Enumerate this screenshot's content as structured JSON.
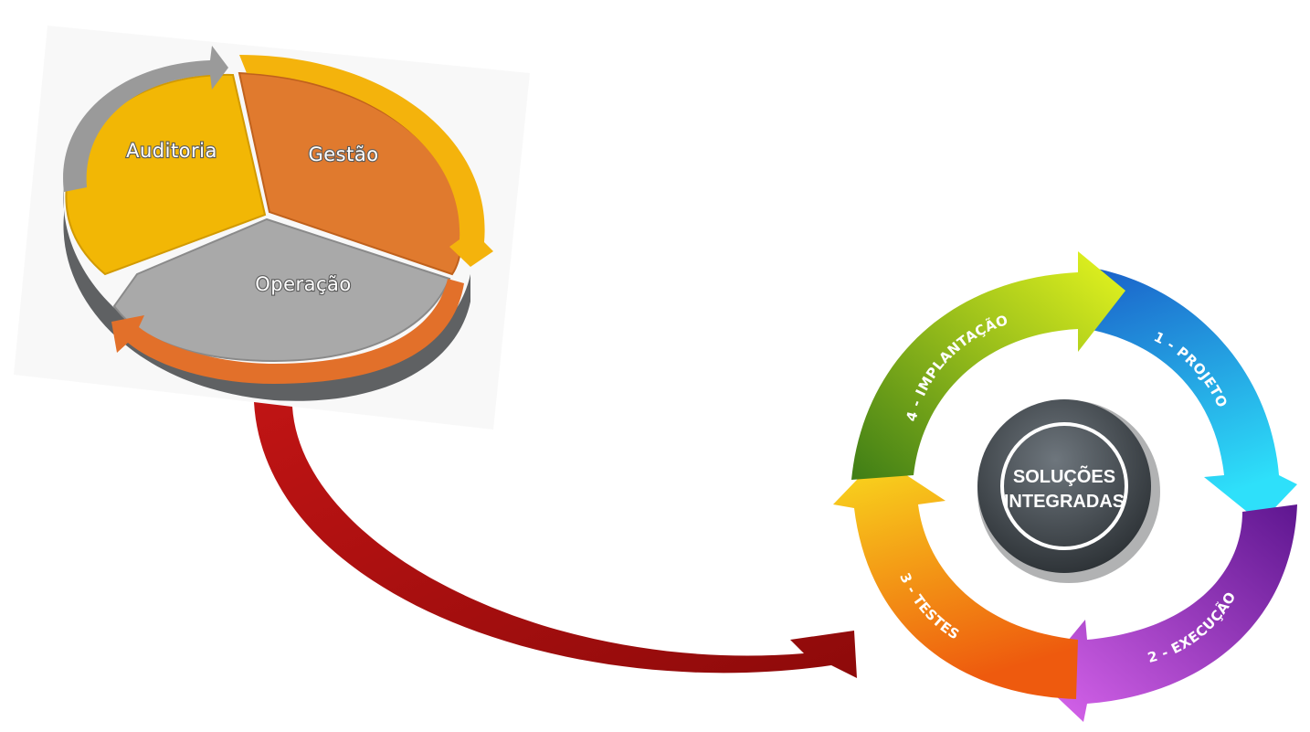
{
  "left_diagram": {
    "segments": [
      {
        "label": "Auditoria",
        "color": "#F2B705"
      },
      {
        "label": "Gestão",
        "color": "#E07A2E"
      },
      {
        "label": "Operação",
        "color": "#A9A9A9"
      }
    ]
  },
  "connector_arrow": {
    "color": "#A80D0D"
  },
  "right_diagram": {
    "center_line1": "SOLUÇÕES",
    "center_line2": "INTEGRADAS",
    "steps": [
      {
        "label": "1 - PROJETO",
        "color_start": "#1E6FD9",
        "color_end": "#29D4F5"
      },
      {
        "label": "2 - EXECUÇÃO",
        "color_start": "#6A1B9A",
        "color_end": "#D25BE6"
      },
      {
        "label": "3 - TESTES",
        "color_start": "#F7D31C",
        "color_end": "#F06A0F"
      },
      {
        "label": "4 - IMPLANTAÇÃO",
        "color_start": "#4A8A1A",
        "color_end": "#E2F51C"
      }
    ]
  }
}
